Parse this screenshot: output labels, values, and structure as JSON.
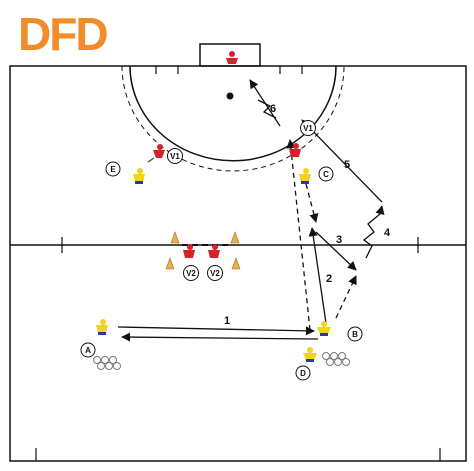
{
  "logo": {
    "text": "DFD",
    "color": "#f28c28"
  },
  "colors": {
    "line": "#111111",
    "attacker": "#f2d21b",
    "attacker_dark": "#2a3aa0",
    "defender": "#d8202a",
    "cone": "#e8b04a"
  },
  "pass_labels": [
    "1",
    "2",
    "3",
    "4",
    "5",
    "6"
  ],
  "players": {
    "A": "A",
    "B": "B",
    "C": "C",
    "D": "D",
    "E": "E",
    "V1_left": "V1",
    "V1_right": "V1",
    "V2_left": "V2",
    "V2_right": "V2"
  }
}
